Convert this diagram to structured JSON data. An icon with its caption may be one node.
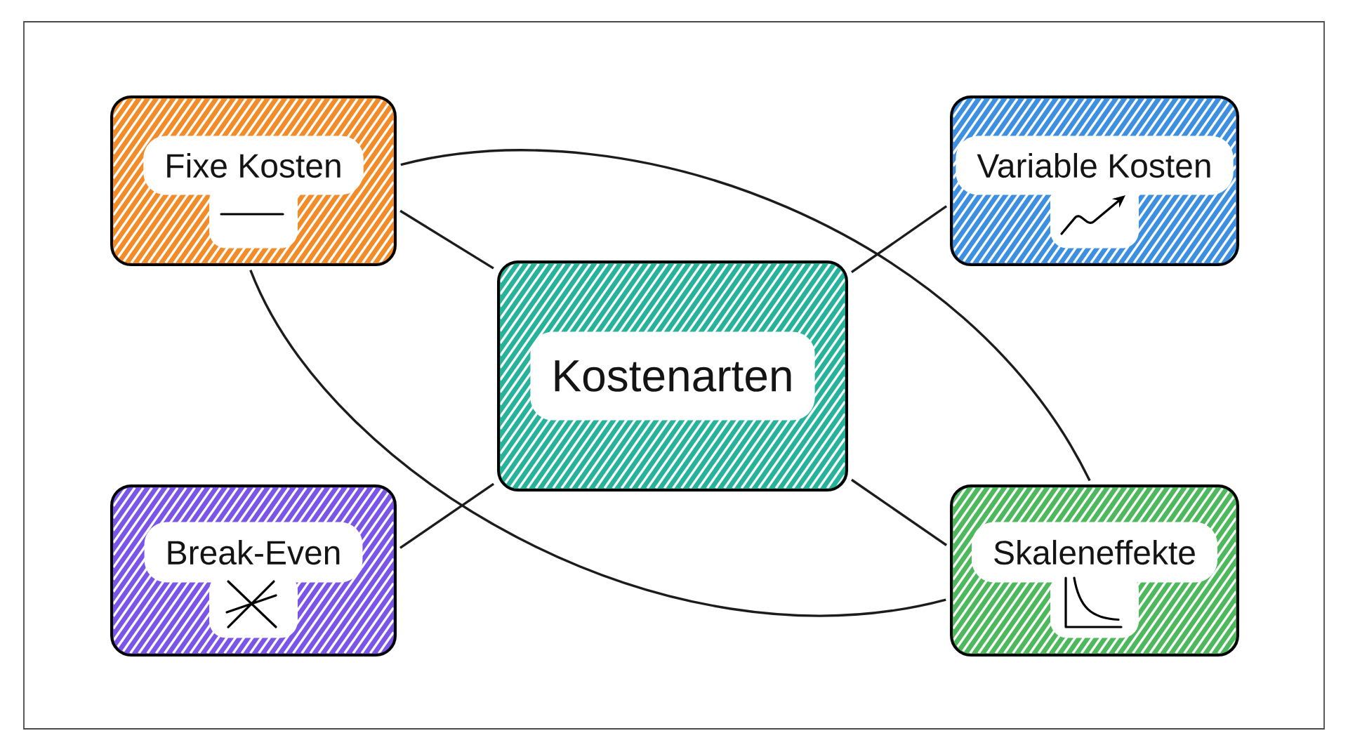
{
  "diagram": {
    "nodes": [
      {
        "text": [
          "Fixe Kosten"
        ]
      },
      {
        "text": [
          "Variable Kosten"
        ]
      },
      {
        "text": [
          "Kostenarten"
        ]
      },
      {
        "text": [
          "Break-Even"
        ]
      },
      {
        "text": [
          "Skaleneffekte"
        ]
      }
    ],
    "edges": [
      {
        "from": 0,
        "to": 2,
        "arrow": "none"
      },
      {
        "from": 1,
        "to": 2,
        "arrow": "none"
      },
      {
        "from": 3,
        "to": 2,
        "arrow": "none"
      },
      {
        "from": 4,
        "to": 2,
        "arrow": "none"
      },
      {
        "from": 0,
        "to": 4,
        "arrow": "none"
      },
      {
        "from": 0,
        "to": 4,
        "arrow": "none"
      }
    ]
  }
}
